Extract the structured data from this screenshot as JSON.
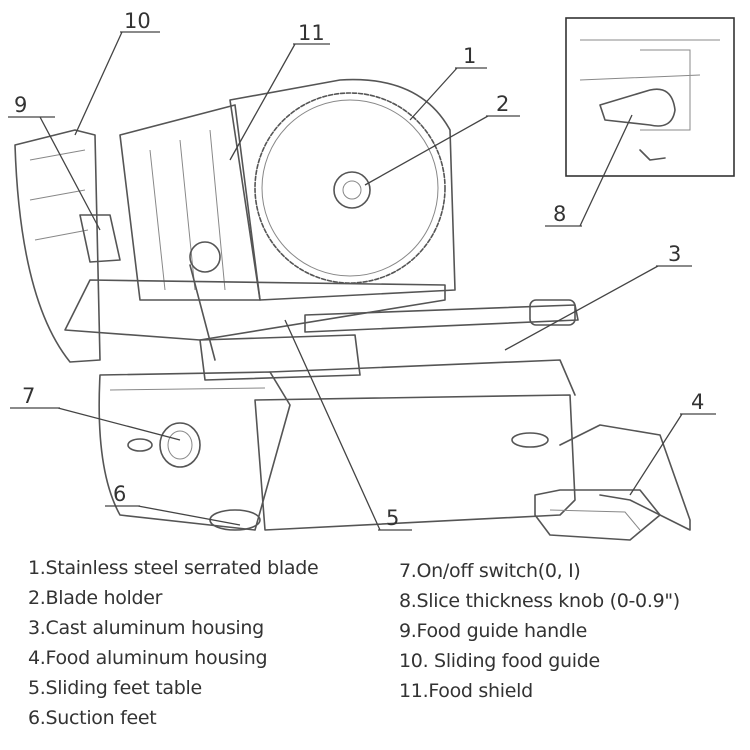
{
  "callouts": {
    "c1": "1",
    "c2": "2",
    "c3": "3",
    "c4": "4",
    "c5": "5",
    "c6": "6",
    "c7": "7",
    "c8": "8",
    "c9": "9",
    "c10": "10",
    "c11": "11"
  },
  "legend_left": [
    "1.Stainless steel serrated blade",
    "2.Blade holder",
    "3.Cast aluminum housing",
    "4.Food aluminum housing",
    "5.Sliding feet table",
    "6.Suction feet"
  ],
  "legend_right": [
    "7.On/off switch(0, I)",
    "8.Slice thickness knob (0-0.9\")",
    "9.Food guide handle",
    "10. Sliding food guide",
    "11.Food shield"
  ]
}
